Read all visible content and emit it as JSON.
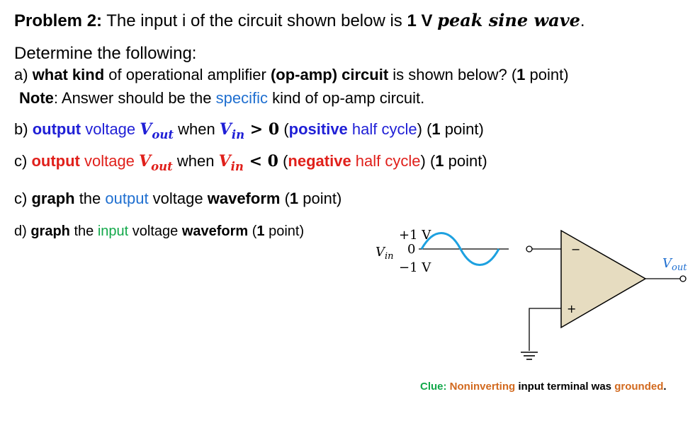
{
  "problem": {
    "label": "Problem 2:",
    "text_pre": "The input i of the circuit shown below is ",
    "amplitude": "1 V",
    "wave": "peak sine wave",
    "period": "."
  },
  "intro": "Determine the following:",
  "a": {
    "prefix": "a) ",
    "kind": "what kind",
    "mid": " of operational amplifier ",
    "circuit": "(op-amp) circuit",
    "rest": " is shown below? (",
    "pts": "1",
    "end": " point)"
  },
  "note": {
    "label": "Note",
    "pre": ": Answer should be the ",
    "specific": "specific",
    "post": " kind of op-amp circuit."
  },
  "b": {
    "prefix": "b) ",
    "output": "output",
    "voltage": " voltage ",
    "vout_v": "V",
    "vout_sub": "out",
    "when": " when ",
    "vin_v": "V",
    "vin_sub": "in",
    "cond": " > 0",
    "paren_open": " (",
    "positive": "positive",
    "half": " half cycle",
    "paren_close": ") (",
    "pts": "1",
    "end": " point)"
  },
  "c1": {
    "prefix": "c) ",
    "output": "output",
    "voltage": " voltage ",
    "vout_v": "V",
    "vout_sub": "out",
    "when": " when ",
    "vin_v": "V",
    "vin_sub": "in",
    "cond": " < 0",
    "paren_open": " (",
    "negative": "negative",
    "half": " half cycle",
    "paren_close": ") (",
    "pts": "1",
    "end": " point)"
  },
  "c2": {
    "prefix": "c) ",
    "graph": "graph",
    "the": " the ",
    "output": "output",
    "voltage": " voltage ",
    "waveform": "waveform",
    "open": " (",
    "pts": "1",
    "end": " point)"
  },
  "d": {
    "prefix": "d) ",
    "graph": "graph",
    "the": " the ",
    "input": "input",
    "voltage": " voltage ",
    "waveform": "waveform",
    "open": " (",
    "pts": "1",
    "end": " point)"
  },
  "circuit": {
    "plus_v": "+1 V",
    "vin": "V",
    "vin_sub": "in",
    "zero": "0",
    "minus_v": "−1 V",
    "vout": "V",
    "vout_sub": "out",
    "minus_sign": "−",
    "plus_sign": "+",
    "wave_color": "#1da1e0",
    "opamp_fill": "#e6dcc0"
  },
  "clue": {
    "label": "Clue: ",
    "noninverting": "Noninverting",
    "mid": " input terminal was ",
    "grounded": "grounded",
    "end": "."
  }
}
